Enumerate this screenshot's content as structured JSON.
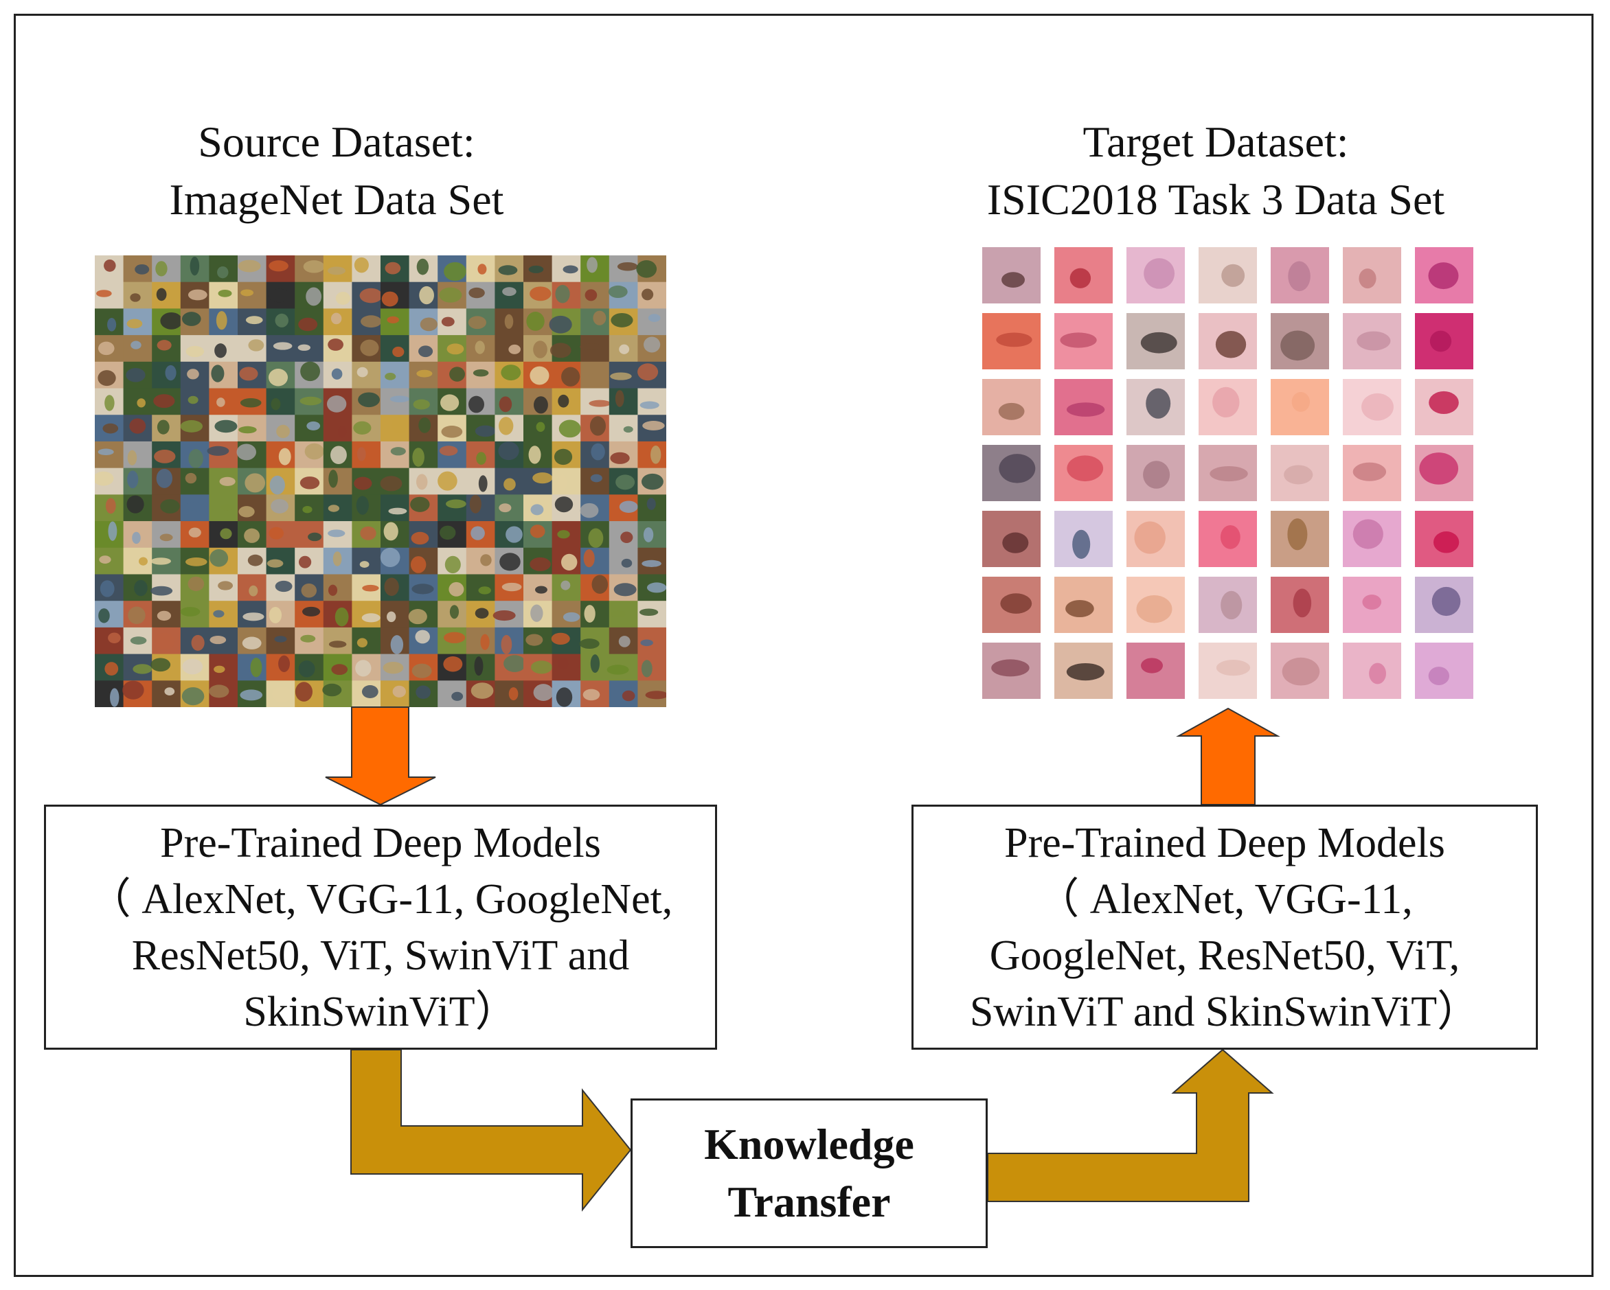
{
  "source": {
    "title_line1": "Source Dataset:",
    "title_line2": "ImageNet Data Set"
  },
  "target": {
    "title_line1": "Target Dataset:",
    "title_line2": "ISIC2018 Task 3 Data Set"
  },
  "left_model_box": {
    "line1": "Pre-Trained Deep Models",
    "line2": "（ AlexNet, VGG-11, GoogleNet,",
    "line3": "ResNet50, ViT,  SwinViT and",
    "line4": "SkinSwinViT）"
  },
  "right_model_box": {
    "line1": "Pre-Trained Deep Models",
    "line2": "（ AlexNet, VGG-11,",
    "line3": "GoogleNet, ResNet50, ViT,",
    "line4": "SwinViT and SkinSwinViT）"
  },
  "knowledge_box": {
    "line1": "Knowledge",
    "line2": "Transfer"
  },
  "colors": {
    "orange_arrow": "#ff6a00",
    "gold_arrow": "#c9900a",
    "border": "#222222"
  },
  "imagenet_grid": {
    "rows": 17,
    "cols": 20
  },
  "isic_grid": {
    "rows": 7,
    "cols": 7,
    "tiles": [
      [
        "#c9a1ae",
        "#e87f89",
        "#e6b7cf",
        "#e8d2cc",
        "#d99aad",
        "#e4b2b4",
        "#e77ba9"
      ],
      [
        "#e7745c",
        "#ee8fa0",
        "#c9b7b3",
        "#eac0c4",
        "#b99596",
        "#e2b5c2",
        "#cf2f72"
      ],
      [
        "#e5b0a4",
        "#e1708e",
        "#ddc7c7",
        "#f3c6c6",
        "#f9b395",
        "#f5d1d5",
        "#edc1c7"
      ],
      [
        "#8e7f8a",
        "#ee8a90",
        "#d0a7b0",
        "#d7a8af",
        "#e8c1c1",
        "#efb3b4",
        "#e59fb2"
      ],
      [
        "#b4716f",
        "#d5c7e0",
        "#f2c1b3",
        "#f07894",
        "#c99e86",
        "#e6a8cf",
        "#e05a82"
      ],
      [
        "#c97d74",
        "#e9b49b",
        "#f5c8b7",
        "#d8b6c8",
        "#cf6f77",
        "#eaa4c4",
        "#cbb2d3"
      ],
      [
        "#c89aa4",
        "#dcb8a3",
        "#d57f98",
        "#efd4d0",
        "#e1aeb7",
        "#eab4c8",
        "#dfaad6"
      ]
    ],
    "spots": [
      [
        "#5c3a3a",
        "#b02a3a",
        "#c98bb0",
        "#b9998f",
        "#b97a93",
        "#c27c7e",
        "#b02a6e"
      ],
      [
        "#c24a3a",
        "#c0506a",
        "#3d3533",
        "#6a3d34",
        "#7a5e5a",
        "#c58fa0",
        "#b0185a"
      ],
      [
        "#9a6a55",
        "#b53c6c",
        "#4a4a55",
        "#e6a0a8",
        "#f5a885",
        "#eab0b8",
        "#c0184a"
      ],
      [
        "#4d4452",
        "#d64a5a",
        "#a67985",
        "#b98188",
        "#d3a8a6",
        "#c77a80",
        "#c8306a"
      ],
      [
        "#5e2e2e",
        "#4a5a7a",
        "#e6a088",
        "#e14a6a",
        "#9a6a40",
        "#c874a8",
        "#c8104a"
      ],
      [
        "#7a3a30",
        "#7a4a30",
        "#e6a88a",
        "#b8909a",
        "#a83a46",
        "#d8709a",
        "#6a5a8a"
      ],
      [
        "#8a4a58",
        "#3a2a24",
        "#b8305a",
        "#e2bcb4",
        "#c58a90",
        "#d87aa0",
        "#c07ab8"
      ]
    ]
  }
}
